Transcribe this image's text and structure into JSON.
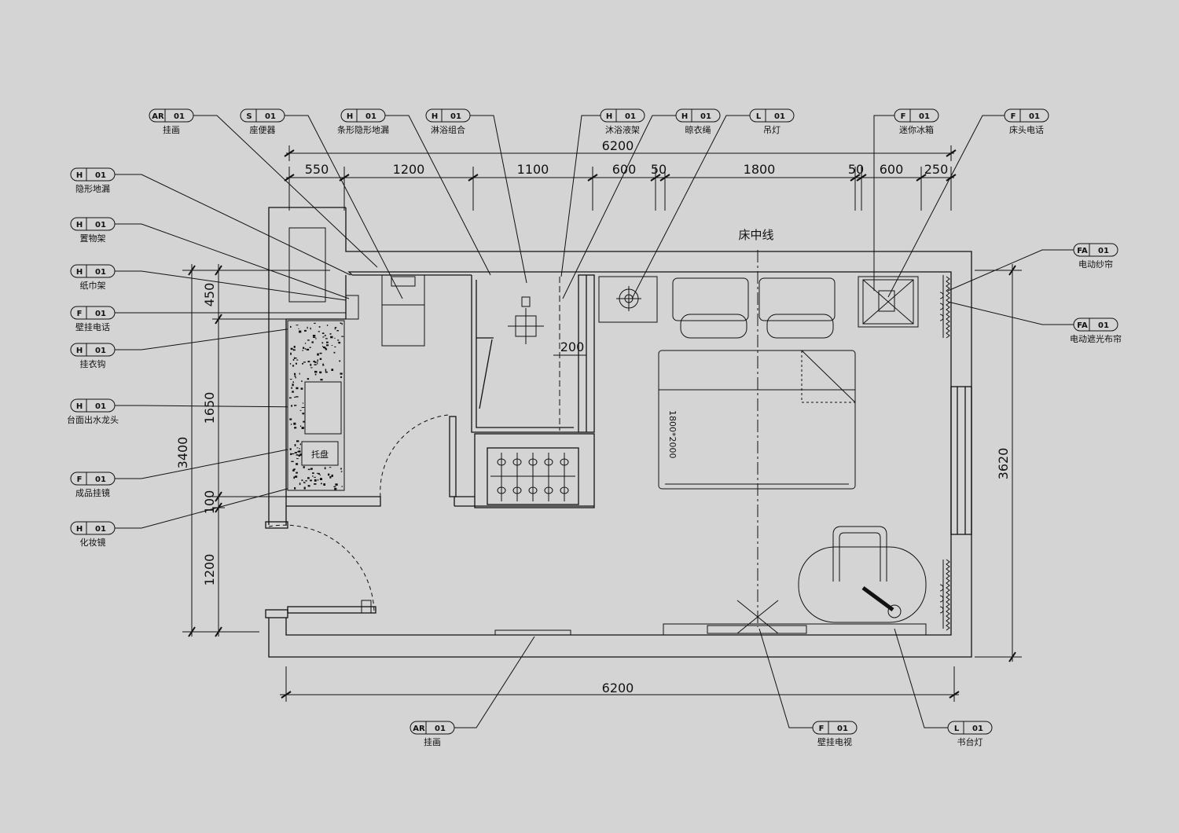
{
  "top_dims": {
    "total": "6200",
    "segments": [
      "550",
      "1200",
      "1100",
      "600",
      "50",
      "1800",
      "50",
      "600",
      "250"
    ]
  },
  "bottom_dim": {
    "total": "6200"
  },
  "left_dims": {
    "total": "3400",
    "segments": [
      "450",
      "1650",
      "100",
      "1200"
    ]
  },
  "right_dim": {
    "total": "3620"
  },
  "notes": {
    "bed_centerline": "床中线",
    "bed_size": "1800*2000",
    "shower_dim": "200",
    "basin_label": "托盘"
  },
  "tags": {
    "top": [
      {
        "code": "AR",
        "num": "01",
        "name": "挂画"
      },
      {
        "code": "S",
        "num": "01",
        "name": "座便器"
      },
      {
        "code": "H",
        "num": "01",
        "name": "条形隐形地漏"
      },
      {
        "code": "H",
        "num": "01",
        "name": "淋浴组合"
      },
      {
        "code": "H",
        "num": "01",
        "name": "沐浴液架"
      },
      {
        "code": "H",
        "num": "01",
        "name": "晾衣绳"
      },
      {
        "code": "L",
        "num": "01",
        "name": "吊灯"
      },
      {
        "code": "F",
        "num": "01",
        "name": "迷你冰箱"
      },
      {
        "code": "F",
        "num": "01",
        "name": "床头电话"
      }
    ],
    "left": [
      {
        "code": "H",
        "num": "01",
        "name": "隐形地漏"
      },
      {
        "code": "H",
        "num": "01",
        "name": "置物架"
      },
      {
        "code": "H",
        "num": "01",
        "name": "纸巾架"
      },
      {
        "code": "F",
        "num": "01",
        "name": "壁挂电话"
      },
      {
        "code": "H",
        "num": "01",
        "name": "挂衣钩"
      },
      {
        "code": "H",
        "num": "01",
        "name": "台面出水龙头"
      },
      {
        "code": "F",
        "num": "01",
        "name": "成品挂镜"
      },
      {
        "code": "H",
        "num": "01",
        "name": "化妆镜"
      }
    ],
    "right": [
      {
        "code": "FA",
        "num": "01",
        "name": "电动纱帘"
      },
      {
        "code": "FA",
        "num": "01",
        "name": "电动遮光布帘"
      }
    ],
    "bottom": [
      {
        "code": "AR",
        "num": "01",
        "name": "挂画"
      },
      {
        "code": "F",
        "num": "01",
        "name": "壁挂电视"
      },
      {
        "code": "L",
        "num": "01",
        "name": "书台灯"
      }
    ]
  }
}
